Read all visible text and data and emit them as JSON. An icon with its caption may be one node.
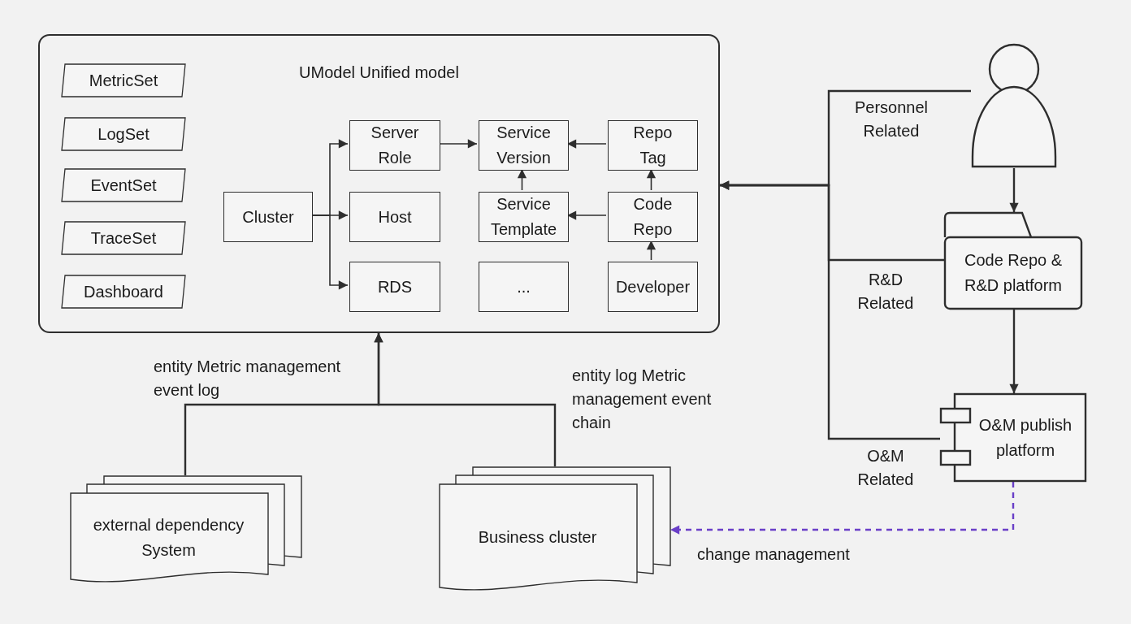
{
  "diagram": {
    "nodes": [
      {
        "text": [
          "UModel Unified model"
        ]
      },
      {
        "text": [
          "MetricSet"
        ],
        "in": 0
      },
      {
        "text": [
          "LogSet"
        ],
        "in": 0
      },
      {
        "text": [
          "EventSet"
        ],
        "in": 0
      },
      {
        "text": [
          "TraceSet"
        ],
        "in": 0
      },
      {
        "text": [
          "Dashboard"
        ],
        "in": 0
      },
      {
        "text": [
          "Cluster"
        ],
        "in": 0
      },
      {
        "text": [
          "Server Role"
        ],
        "in": 0
      },
      {
        "text": [
          "Service Version"
        ],
        "in": 0
      },
      {
        "text": [
          "Repo Tag"
        ],
        "in": 0
      },
      {
        "text": [
          "Host"
        ],
        "in": 0
      },
      {
        "text": [
          "Service Template"
        ],
        "in": 0
      },
      {
        "text": [
          "Code Repo"
        ],
        "in": 0
      },
      {
        "text": [
          "RDS"
        ],
        "in": 0
      },
      {
        "text": [
          "..."
        ],
        "in": 0
      },
      {
        "text": [
          "Developer"
        ],
        "in": 0
      },
      {
        "text": [],
        "shape": "person"
      },
      {
        "text": [
          "Code Repo & R&D platform"
        ]
      },
      {
        "text": [
          "O&M publish platform"
        ]
      },
      {
        "text": [
          "external dependency System"
        ]
      },
      {
        "text": [
          "Business cluster"
        ]
      }
    ],
    "edges": [
      {
        "from": 6,
        "to": 7,
        "arrow": "to"
      },
      {
        "from": 6,
        "to": 10,
        "arrow": "to"
      },
      {
        "from": 6,
        "to": 13,
        "arrow": "to"
      },
      {
        "from": 7,
        "to": 8,
        "arrow": "to"
      },
      {
        "from": 9,
        "to": 8,
        "arrow": "to"
      },
      {
        "from": 11,
        "to": 8,
        "arrow": "to"
      },
      {
        "from": 12,
        "to": 9,
        "arrow": "to"
      },
      {
        "from": 12,
        "to": 11,
        "arrow": "to"
      },
      {
        "from": 15,
        "to": 12,
        "arrow": "to"
      },
      {
        "from": 16,
        "to": 17,
        "arrow": "to"
      },
      {
        "from": 17,
        "to": 18,
        "arrow": "to"
      },
      {
        "from": 16,
        "to": 0,
        "arrow": "to",
        "label": "Personnel Related"
      },
      {
        "from": 17,
        "to": 0,
        "arrow": "to",
        "label": "R&D Related"
      },
      {
        "from": 18,
        "to": 0,
        "arrow": "to",
        "label": "O&M Related"
      },
      {
        "from": 19,
        "to": 0,
        "arrow": "to",
        "label": "entity Metric management event log"
      },
      {
        "from": 20,
        "to": 0,
        "arrow": "to",
        "label": "entity log Metric management event chain"
      },
      {
        "from": 18,
        "to": 20,
        "arrow": "to",
        "label": "change management",
        "style": "dashed",
        "color": "#6a3fc8"
      }
    ]
  }
}
